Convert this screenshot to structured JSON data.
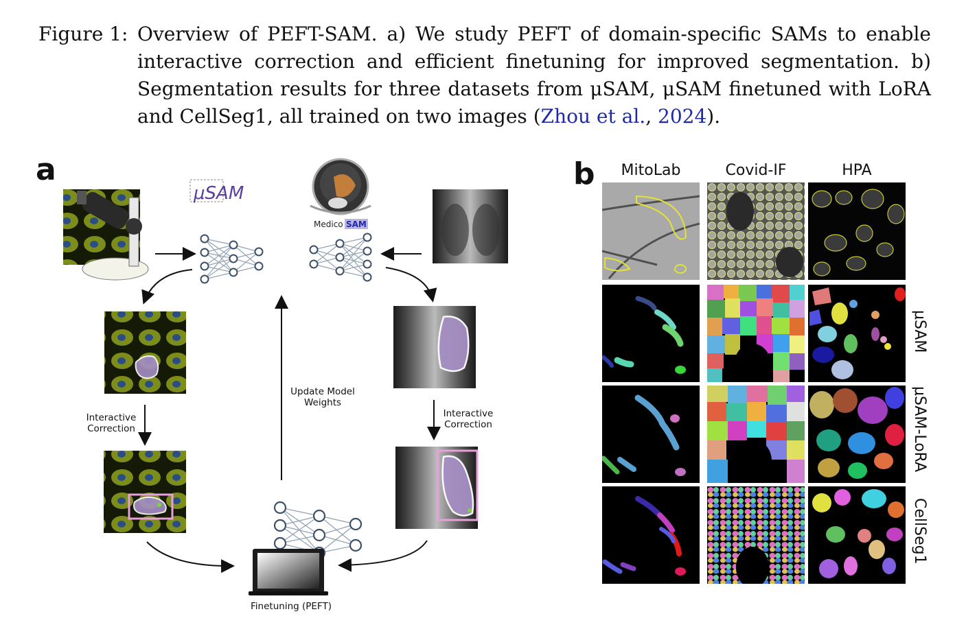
{
  "caption": {
    "label": "Figure 1:",
    "text_a": "Overview of PEFT-SAM. a) We study PEFT of domain-specific SAMs to enable interactive correction and efficient finetuning for improved segmentation. b) Segmentation results for three datasets from μSAM, μSAM finetuned with LoRA and CellSeg1, all trained on two images (",
    "cite_author": "Zhou et al.",
    "cite_sep": ", ",
    "cite_year": "2024",
    "text_end": ")."
  },
  "panel_a": {
    "letter": "a",
    "usam_logo": "μSAM",
    "medicosam_prefix": "Medico",
    "medicosam_suffix": "SAM",
    "update_label_1": "Update Model",
    "update_label_2": "Weights",
    "interactive_left_1": "Interactive",
    "interactive_left_2": "Correction",
    "interactive_right_1": "Interactive",
    "interactive_right_2": "Correction",
    "finetuning_label": "Finetuning (PEFT)"
  },
  "panel_b": {
    "letter": "b",
    "columns": [
      "MitoLab",
      "Covid-IF",
      "HPA"
    ],
    "rows": [
      "μSAM",
      "μSAM-LoRA",
      "CellSeg1"
    ]
  },
  "colors": {
    "link": "#1f2aa8",
    "mask": "#a68fc4",
    "box": "#e8a0dc"
  }
}
